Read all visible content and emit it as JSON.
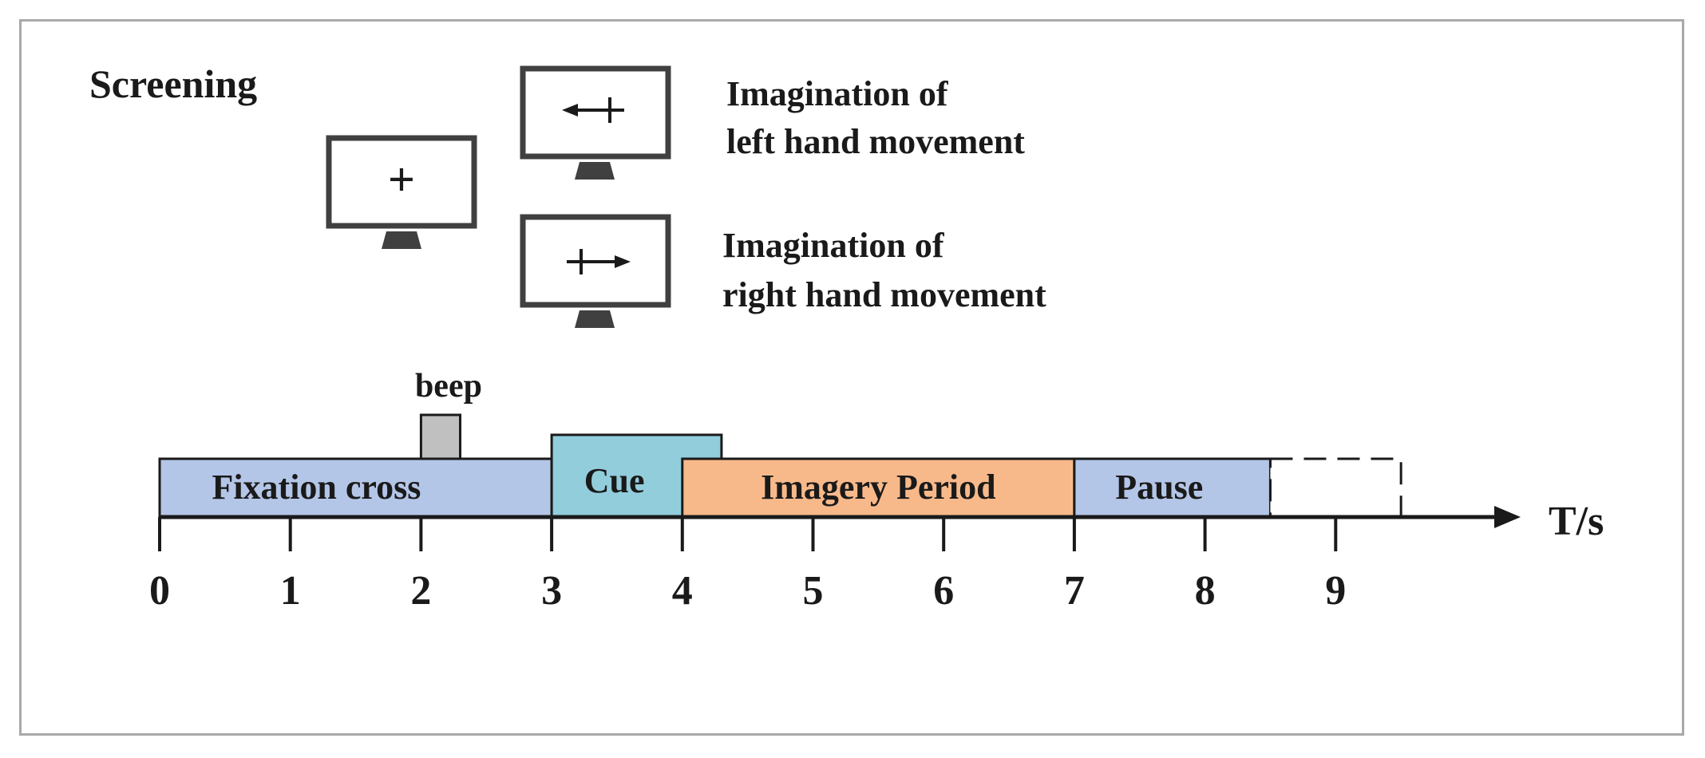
{
  "title": "Screening",
  "screens": {
    "fixation_symbol": "+",
    "left_label_line1": "Imagination of",
    "left_label_line2": "left hand movement",
    "right_label_line1": "Imagination of",
    "right_label_line2": "right hand movement"
  },
  "timeline": {
    "axis_label": "T/s",
    "beep_label": "beep",
    "ticks": [
      "0",
      "1",
      "2",
      "3",
      "4",
      "5",
      "6",
      "7",
      "8",
      "9"
    ],
    "segments": [
      {
        "name": "fixation",
        "label": "Fixation cross",
        "start": 0,
        "end": 3,
        "color": "#b4c6e7"
      },
      {
        "name": "cue",
        "label": "Cue",
        "start": 3,
        "end": 4.3,
        "color": "#92cddc"
      },
      {
        "name": "imagery",
        "label": "Imagery Period",
        "start": 4,
        "end": 7,
        "color": "#f8b98a"
      },
      {
        "name": "pause",
        "label": "Pause",
        "start": 7,
        "end": 8.5,
        "color": "#b4c6e7"
      }
    ],
    "beep": {
      "start": 2,
      "end": 2.3,
      "color": "#c0c0c0"
    },
    "dashed_segment": {
      "start": 8.5,
      "end": 9.5
    }
  }
}
